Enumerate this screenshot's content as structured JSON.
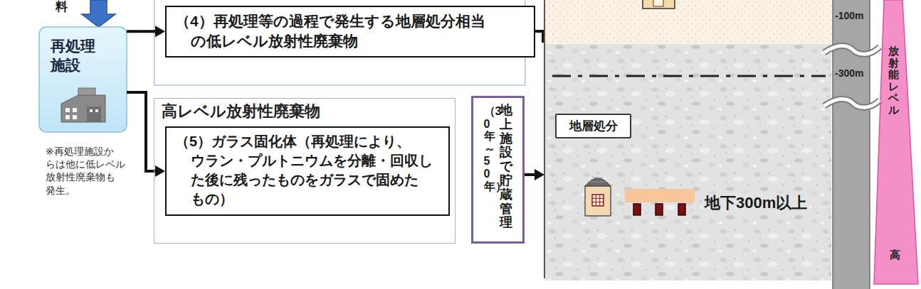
{
  "diagram": {
    "nodes": [
      {
        "text": [
          "再処理 施設"
        ]
      },
      {
        "text": [
          "（4）再処理等の過程で発生する地層処分相当 の低レベル放射性廃棄物"
        ]
      },
      {
        "text": [
          "高レベル放射性廃棄物"
        ]
      },
      {
        "text": [
          "（5）ガラス固化体（再処理により、 ウラン・プルトニウムを分離・回収し た後に残ったものをガラスで固めた もの）"
        ],
        "in": 2
      },
      {
        "text": [
          "地上施設で貯蔵管理",
          "（30年～50年）"
        ]
      },
      {
        "text": [
          "地下300m以上"
        ]
      },
      {
        "text": [
          "地層処分"
        ],
        "in": 5
      }
    ],
    "edges": [
      {
        "from": 0,
        "to": 1,
        "arrow": "to"
      },
      {
        "from": 0,
        "to": 3,
        "arrow": "to"
      },
      {
        "from": 4,
        "to": 5,
        "arrow": "to"
      }
    ],
    "labels": [
      "料",
      "※再処理施設か らは他に低レベル 放射性廃棄物も 発生。",
      "-100m",
      "-300m",
      "放射能レベル",
      "高"
    ]
  }
}
